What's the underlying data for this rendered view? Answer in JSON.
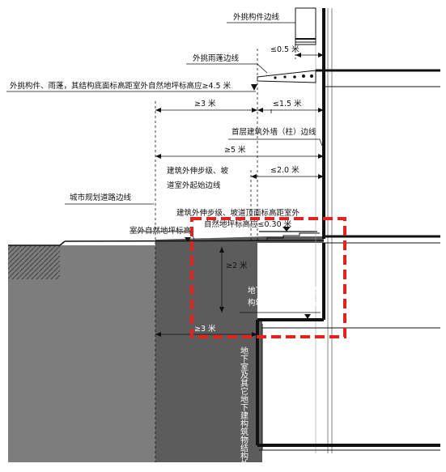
{
  "labels": {
    "cantilever_edge": "外挑构件边线",
    "canopy_edge": "外挑雨蓬边线",
    "cantilever_height_rule": "外挑构件、雨蓬，其结构底面标高距室外自然地坪标高应≥4.5 米",
    "ground_wall_line": "首层建筑外墙（柱）边线",
    "steps_start_line_1": "建筑外伸步级、坡",
    "steps_start_line_2": "道室外起始边线",
    "city_road_line": "城市规划道路边线",
    "steps_top_line_1": "建筑外伸步级、坡道顶面标高距室外",
    "steps_top_line_2": "自然地坪标高应≤0.30 米",
    "natural_ground": "室外自然地坪标高",
    "basement_top_1": "地下室及其它地下建",
    "basement_top_2": "构筑物结构顶面标高",
    "basement_outer_edge": "地下室及其它地下建构筑物结构外缘边线"
  },
  "dimensions": {
    "canopy_to_wall": "≤0.5 米",
    "to_wall_1_5": "≤1.5 米",
    "setback_3": "≥3 米",
    "setback_5": "≥5 米",
    "steps_2": "≤2.0 米",
    "depth_2": "≥2 米",
    "basement_3": "≥3 米"
  },
  "colors": {
    "soil": "#777777",
    "soil_dark": "#595959",
    "highlight": "#e5231c",
    "line": "#111111"
  }
}
